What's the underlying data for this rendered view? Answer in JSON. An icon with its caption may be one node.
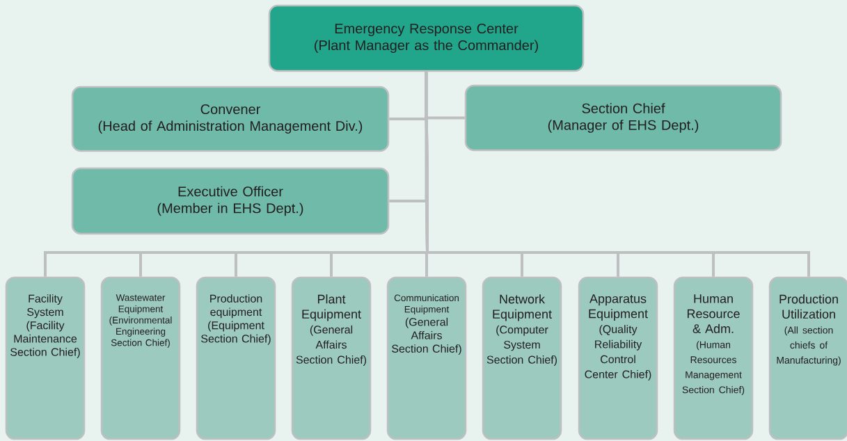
{
  "diagram": {
    "nodes": [
      {
        "text": [
          "Emergency Response Center",
          "(Plant Manager as the Commander)"
        ]
      },
      {
        "text": [
          "Convener",
          "(Head of Administration Management Div.)"
        ]
      },
      {
        "text": [
          "Section Chief",
          "(Manager of EHS Dept.)"
        ]
      },
      {
        "text": [
          "Executive Officer",
          "(Member in EHS Dept.)"
        ]
      },
      {
        "text": [
          "Facility System",
          "(Facility Maintenance Section Chief)"
        ]
      },
      {
        "text": [
          "Wastewater Equipment",
          "(Environmental Engineering Section Chief)"
        ]
      },
      {
        "text": [
          "Production equipment",
          "(Equipment Section Chief)"
        ]
      },
      {
        "text": [
          "Plant Equipment",
          "(General Affairs Section Chief)"
        ]
      },
      {
        "text": [
          "Communication Equipment",
          "(General Affairs Section Chief)"
        ]
      },
      {
        "text": [
          "Network Equipment",
          "(Computer System Section Chief)"
        ]
      },
      {
        "text": [
          "Apparatus Equipment",
          "(Quality Reliability Control Center Chief)"
        ]
      },
      {
        "text": [
          "Human Resource & Adm.",
          "(Human Resources Management Section Chief)"
        ]
      },
      {
        "text": [
          "Production Utilization",
          "(All section chiefs of Manufacturing)"
        ]
      }
    ],
    "edges": [
      {
        "from": 0,
        "to": 1,
        "arrow": "none"
      },
      {
        "from": 0,
        "to": 2,
        "arrow": "none"
      },
      {
        "from": 0,
        "to": 3,
        "arrow": "none"
      },
      {
        "from": 0,
        "to": 4,
        "arrow": "none"
      },
      {
        "from": 0,
        "to": 5,
        "arrow": "none"
      },
      {
        "from": 0,
        "to": 6,
        "arrow": "none"
      },
      {
        "from": 0,
        "to": 7,
        "arrow": "none"
      },
      {
        "from": 0,
        "to": 8,
        "arrow": "none"
      },
      {
        "from": 0,
        "to": 9,
        "arrow": "none"
      },
      {
        "from": 0,
        "to": 10,
        "arrow": "none"
      },
      {
        "from": 0,
        "to": 11,
        "arrow": "none"
      },
      {
        "from": 0,
        "to": 12,
        "arrow": "none"
      }
    ]
  }
}
